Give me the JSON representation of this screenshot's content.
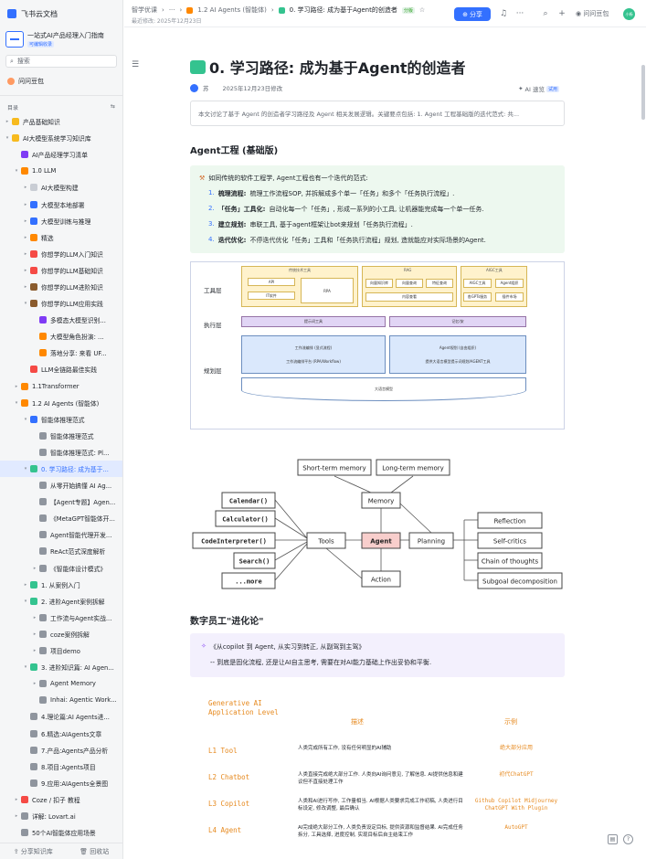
{
  "app": {
    "name": "飞书云文档"
  },
  "sidebar": {
    "kb_title": "一站式AI产品经理入门指南",
    "kb_tag": "可编辑收录",
    "search_label": "搜索",
    "ai_assistant": "问问豆包",
    "toc_label": "目录",
    "footer_left": "分享知识库",
    "footer_right": "回收站",
    "tree": [
      {
        "label": "产品基础知识",
        "indent": 0,
        "expand": "▸",
        "icon": "#f7ba1e"
      },
      {
        "label": "AI大模型系统学习知识库",
        "indent": 0,
        "expand": "▾",
        "icon": "#f7ba1e"
      },
      {
        "label": "AI产品经理学习清单",
        "indent": 1,
        "expand": "",
        "icon": "#7f3bf5"
      },
      {
        "label": "1.0 LLM",
        "indent": 1,
        "expand": "▾",
        "icon": "#ff8800"
      },
      {
        "label": "AI大模型构建",
        "indent": 2,
        "expand": "▸",
        "icon": "#c9cdd4"
      },
      {
        "label": "大模型本地部署",
        "indent": 2,
        "expand": "▸",
        "icon": "#3370ff"
      },
      {
        "label": "大模型训练与推理",
        "indent": 2,
        "expand": "▸",
        "icon": "#3370ff"
      },
      {
        "label": "精选",
        "indent": 2,
        "expand": "▸",
        "icon": "#ff8800"
      },
      {
        "label": "你想学的LLM入门知识",
        "indent": 2,
        "expand": "▸",
        "icon": "#f54a45"
      },
      {
        "label": "你想学的LLM基础知识",
        "indent": 2,
        "expand": "▸",
        "icon": "#f54a45"
      },
      {
        "label": "你想学的LLM进阶知识",
        "indent": 2,
        "expand": "▸",
        "icon": "#8a5b2d"
      },
      {
        "label": "你想学的LLM应用实践",
        "indent": 2,
        "expand": "▾",
        "icon": "#8a5b2d"
      },
      {
        "label": "多模态大模型识别...",
        "indent": 3,
        "expand": "",
        "icon": "#7f3bf5"
      },
      {
        "label": "大模型角色扮演: ...",
        "indent": 3,
        "expand": "",
        "icon": "#ff8800"
      },
      {
        "label": "落地分享: 来看 UF...",
        "indent": 3,
        "expand": "",
        "icon": "#ff8800"
      },
      {
        "label": "LLM全链路最佳实践",
        "indent": 2,
        "expand": "",
        "icon": "#f54a45"
      },
      {
        "label": "1.1Transformer",
        "indent": 1,
        "expand": "▸",
        "icon": "#ff8800"
      },
      {
        "label": "1.2 AI Agents (智能体)",
        "indent": 1,
        "expand": "▾",
        "icon": "#ff8800"
      },
      {
        "label": "智能体推理范式",
        "indent": 2,
        "expand": "▾",
        "icon": "#3370ff"
      },
      {
        "label": "智能体推理范式",
        "indent": 3,
        "expand": "",
        "icon": "#8f959e"
      },
      {
        "label": "智能体推理范式: Pl...",
        "indent": 3,
        "expand": "",
        "icon": "#8f959e"
      },
      {
        "label": "0. 学习路径: 成为基于...",
        "indent": 2,
        "expand": "▾",
        "icon": "#34c38f",
        "active": true
      },
      {
        "label": "从零开始搞懂 AI Ag...",
        "indent": 3,
        "expand": "",
        "icon": "#8f959e"
      },
      {
        "label": "【Agent专题】Agen...",
        "indent": 3,
        "expand": "",
        "icon": "#8f959e"
      },
      {
        "label": "《MetaGPT智能体开...",
        "indent": 3,
        "expand": "",
        "icon": "#8f959e"
      },
      {
        "label": "Agent智能代理开发...",
        "indent": 3,
        "expand": "",
        "icon": "#8f959e"
      },
      {
        "label": "ReAct范式深度解析",
        "indent": 3,
        "expand": "",
        "icon": "#8f959e"
      },
      {
        "label": "《智能体设计模式》",
        "indent": 3,
        "expand": "▸",
        "icon": "#8f959e"
      },
      {
        "label": "1. 从案例入门",
        "indent": 2,
        "expand": "▸",
        "icon": "#34c38f"
      },
      {
        "label": "2. 进阶Agent案例拆解",
        "indent": 2,
        "expand": "▾",
        "icon": "#34c38f"
      },
      {
        "label": "工作流与Agent实战...",
        "indent": 3,
        "expand": "▸",
        "icon": "#8f959e"
      },
      {
        "label": "coze案例拆解",
        "indent": 3,
        "expand": "▸",
        "icon": "#8f959e"
      },
      {
        "label": "项目demo",
        "indent": 3,
        "expand": "▸",
        "icon": "#8f959e"
      },
      {
        "label": "3. 进阶知识篇: AI Agen...",
        "indent": 2,
        "expand": "▾",
        "icon": "#34c38f"
      },
      {
        "label": "Agent Memory",
        "indent": 3,
        "expand": "▸",
        "icon": "#8f959e"
      },
      {
        "label": "Inhai: Agentic Work...",
        "indent": 3,
        "expand": "",
        "icon": "#8f959e"
      },
      {
        "label": "4.理论篇:AI Agents进...",
        "indent": 2,
        "expand": "",
        "icon": "#8f959e"
      },
      {
        "label": "6.精选:AIAgents文章",
        "indent": 2,
        "expand": "",
        "icon": "#8f959e"
      },
      {
        "label": "7.产品:Agents产品分析",
        "indent": 2,
        "expand": "",
        "icon": "#8f959e"
      },
      {
        "label": "8.项目:Agents项目",
        "indent": 2,
        "expand": "",
        "icon": "#8f959e"
      },
      {
        "label": "9.应用:AIAgents全景图",
        "indent": 2,
        "expand": "",
        "icon": "#8f959e"
      },
      {
        "label": "Coze / 扣子 教程",
        "indent": 1,
        "expand": "▸",
        "icon": "#f54a45"
      },
      {
        "label": "详解: Lovart.ai",
        "indent": 1,
        "expand": "▸",
        "icon": "#8f959e"
      },
      {
        "label": "50个AI智能体应用场景",
        "indent": 1,
        "expand": "",
        "icon": "#8f959e"
      }
    ]
  },
  "topbar": {
    "crumb_root": "智学优课",
    "crumb_dots": "···",
    "crumb_parent": "1.2 AI Agents (智能体)",
    "crumb_current": "0. 学习路径: 成为基于Agent的创造者",
    "crumb_tag": "分版",
    "last_modified": "最近修改: 2025年12月23日",
    "share_label": "分享",
    "ask_label": "问问豆包",
    "avatar_text": "小杨"
  },
  "doc": {
    "title": "0. 学习路径: 成为基于Agent的创造者",
    "author": "苏",
    "date": "2025年12月23日修改",
    "ai_read": "AI 速览",
    "ai_read_tag": "试用",
    "summary": "本文讨论了基于 Agent 的创造者学习路径及 Agent 相关发展逻辑。关键要点包括: 1. Agent 工程基础版的迭代范式: 共...",
    "section1": "Agent工程 (基础版)",
    "callout_intro": "如同传统的软件工程学, Agent工程也有一个迭代的范式:",
    "steps": [
      {
        "num": "1.",
        "bold": "梳理流程:",
        "text": "梳理工作流程SOP, 并拆解成多个单一「任务」和多个「任务执行流程」."
      },
      {
        "num": "2.",
        "bold": "「任务」工具化:",
        "text": "自动化每一个「任务」, 形成一系列的小工具, 让机器能完成每一个单一任务."
      },
      {
        "num": "3.",
        "bold": "建立规划:",
        "text": "串联工具, 基于agent框架让bot来规划「任务执行流程」."
      },
      {
        "num": "4.",
        "bold": "迭代优化:",
        "text": "不停迭代优化「任务」工具和「任务执行流程」规划, 造就能应对实际场景的Agent."
      }
    ],
    "diagram1": {
      "layers": [
        "工具层",
        "执行层",
        "规划层"
      ],
      "group_traditional": "传统技术工具",
      "group_rag": "RAG",
      "group_ai": "AIGC工具",
      "tools": [
        "API",
        "RPA",
        "IT软件",
        "向量知识库",
        "向量查询",
        "内容查看",
        "特征查询",
        "AIGC工具",
        "Agent组织",
        "各GPTs服务",
        "插件市场"
      ],
      "exec": [
        "提示词工具",
        "记忆/安"
      ],
      "plan_left_title": "工作流编排 (显式流程)",
      "plan_left": "工作流编排平台 (RPA/Workflow)",
      "plan_right_title": "Agent规划 (自由组织)",
      "plan_right": "提供大语言模型提示词规划/AGENT工具",
      "base": "大语言模型"
    },
    "diagram2": {
      "nodes": {
        "stm": "Short-term memory",
        "ltm": "Long-term memory",
        "memory": "Memory",
        "calendar": "Calendar()",
        "calculator": "Calculator()",
        "interpreter": "CodeInterpreter()",
        "search": "Search()",
        "more": "...more",
        "tools": "Tools",
        "agent": "Agent",
        "planning": "Planning",
        "action": "Action",
        "reflection": "Reflection",
        "selfcritics": "Self-critics",
        "cot": "Chain of thoughts",
        "subgoal": "Subgoal decomposition"
      }
    },
    "section2": "数字员工\"进化论\"",
    "quote_line1": "《从copilot 到 Agent, 从实习到转正, 从副驾到主驾》",
    "quote_line2": "-- 到底是固化流程, 还是让AI自主思考, 需要在对AI能力基础上作出妥协和平衡.",
    "gen_table": {
      "header_title": "Generative AI Application Level",
      "header_desc": "描述",
      "header_example": "示例",
      "rows": [
        {
          "level": "L1 Tool",
          "desc": "人类完成所有工作, 没有任何明显的AI辅助",
          "example": "绝大部分应用"
        },
        {
          "level": "L2 Chatbot",
          "desc": "人类直接完成绝大部分工作. 人类向AI询问意见, 了解信息. AI提供信息和建议但不直接处理工作",
          "example": "初代ChatGPT"
        },
        {
          "level": "L3 Copilot",
          "desc": "人类和AI进行写作, 工作量相当. AI根据人类要求完成工作初稿, 人类进行目标设定, 修改调整, 最后确认",
          "example": "Github Copilot Midjourney ChatGPT With Plugin"
        },
        {
          "level": "L4 Agent",
          "desc": "AI完成绝大部分工作, 人类负责设定目标, 提供资源和监督结果. AI完成任务拆分, 工具选择, 进度控制, 实现目标后自主结束工作",
          "example": "AutoGPT"
        }
      ]
    }
  }
}
